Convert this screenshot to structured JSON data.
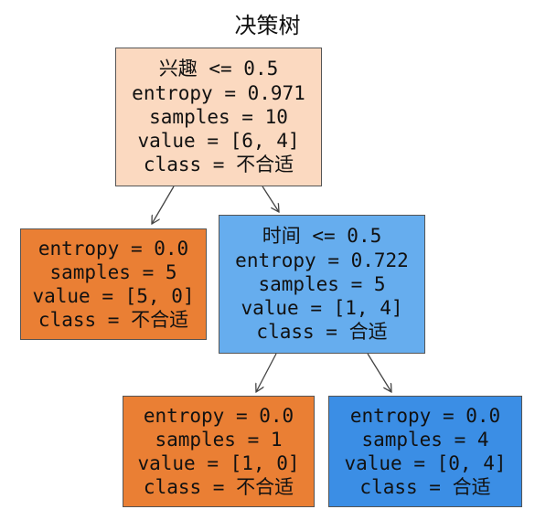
{
  "title": "决策树",
  "colors": {
    "root": "#fbd9c0",
    "leaf_orange": "#ea7f34",
    "internal_blue": "#66adee",
    "leaf_blue": "#3b8ee5",
    "edge": "#444444"
  },
  "tree": {
    "root": {
      "split": "兴趣 <= 0.5",
      "entropy": "entropy = 0.971",
      "samples": "samples = 10",
      "value": "value = [6, 4]",
      "class": "class = 不合适"
    },
    "left": {
      "entropy": "entropy = 0.0",
      "samples": "samples = 5",
      "value": "value = [5, 0]",
      "class": "class = 不合适"
    },
    "right": {
      "split": "时间 <= 0.5",
      "entropy": "entropy = 0.722",
      "samples": "samples = 5",
      "value": "value = [1, 4]",
      "class": "class = 合适"
    },
    "right_left": {
      "entropy": "entropy = 0.0",
      "samples": "samples = 1",
      "value": "value = [1, 0]",
      "class": "class = 不合适"
    },
    "right_right": {
      "entropy": "entropy = 0.0",
      "samples": "samples = 4",
      "value": "value = [0, 4]",
      "class": "class = 合适"
    }
  }
}
